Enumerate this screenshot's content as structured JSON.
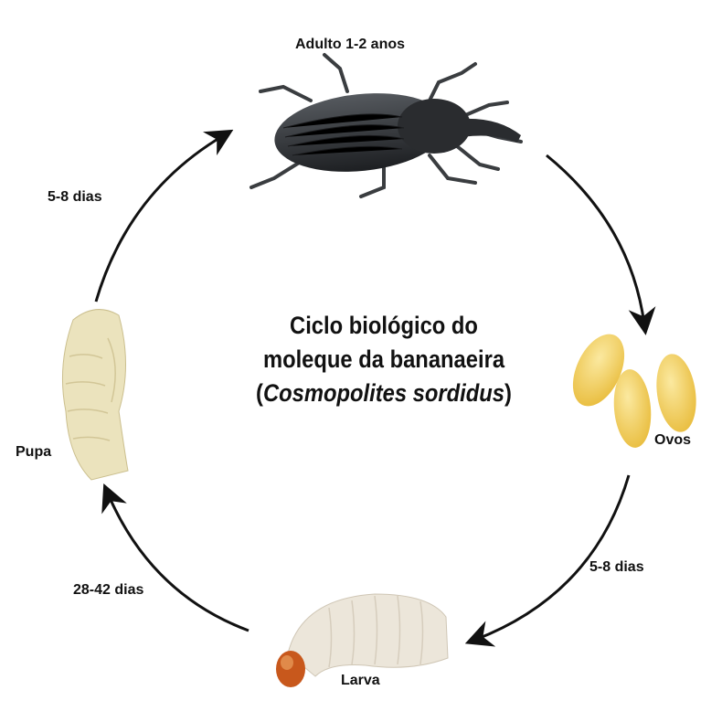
{
  "title": {
    "line1": "Ciclo biológico do",
    "line2": "moleque da bananaeira",
    "line3_open": "(",
    "line3_species": "Cosmopolites sordidus",
    "line3_close": ")"
  },
  "stages": {
    "adult": "Adulto 1-2 anos",
    "eggs": "Ovos",
    "larva": "Larva",
    "pupa": "Pupa"
  },
  "durations": {
    "eggs_to_larva": "5-8 dias",
    "larva_to_pupa": "28-42 dias",
    "pupa_to_adult": "5-8 dias"
  },
  "colors": {
    "arrow": "#111111",
    "beetle": "#2b2d30",
    "egg": "#f2cf5c",
    "larva": "#ece6da",
    "larva_head": "#c8581c",
    "pupa": "#ebe3bd"
  }
}
